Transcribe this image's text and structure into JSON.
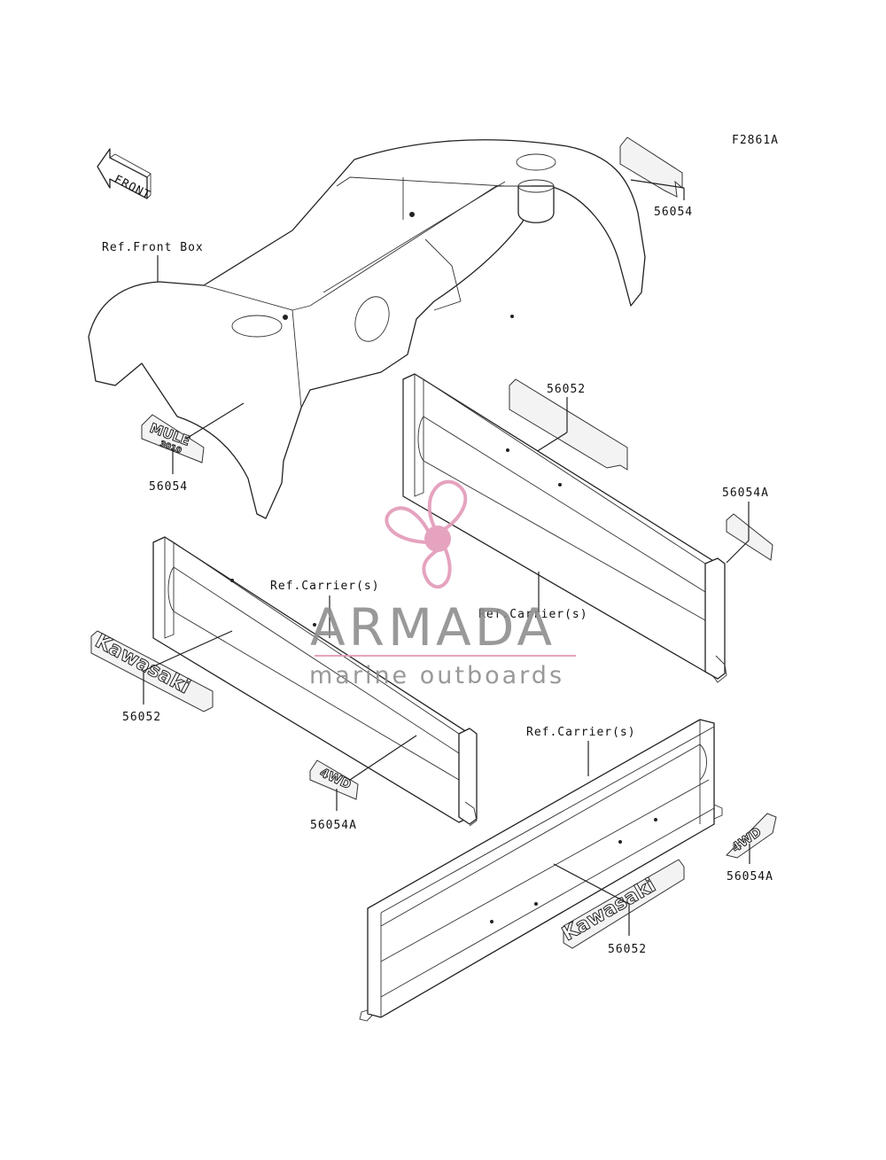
{
  "figure_code": "F2861A",
  "front_arrow_label": "FRONT",
  "labels": {
    "ref_front_box": "Ref.Front Box",
    "ref_carrier_1": "Ref.Carrier(s)",
    "ref_carrier_2": "Ref.Carrier(s)",
    "ref_carrier_3": "Ref.Carrier(s)",
    "part_56054_top": "56054",
    "part_56054_left": "56054",
    "part_56052_top": "56052",
    "part_56054A_right": "56054A",
    "part_56052_left": "56052",
    "part_56054A_mid": "56054A",
    "part_56054A_bottom": "56054A",
    "part_56052_bottom": "56052"
  },
  "decals": {
    "mule_line1": "MULE",
    "mule_line2": "3010",
    "kawasaki_left": "Kawasaki",
    "kawasaki_bottom": "Kawasaki",
    "fourwd_mid": "4WD",
    "fourwd_right": "4WD"
  },
  "watermark": {
    "title": "ARMADA",
    "subtitle": "marine outboards",
    "logo_color": "#e39ab9",
    "text_color": "#8e8e8e"
  }
}
